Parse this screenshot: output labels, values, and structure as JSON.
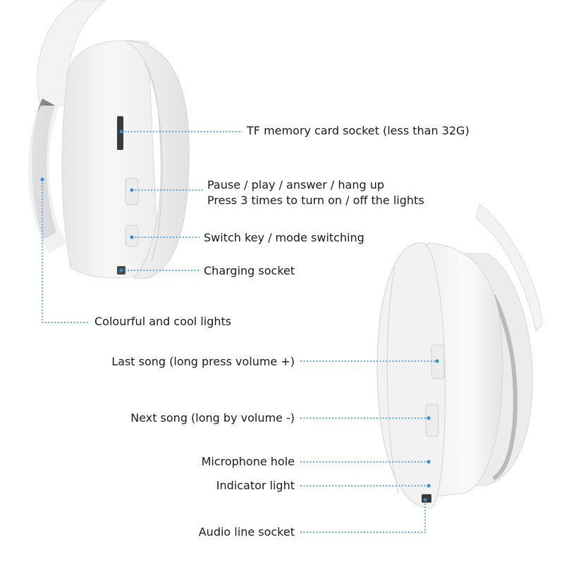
{
  "callouts_left_earcup": {
    "tf_socket": "TF memory card socket (less than 32G)",
    "pause_play_line1": "Pause / play / answer / hang up",
    "pause_play_line2": "Press 3 times to turn on / off the lights",
    "switch_key": "Switch key / mode switching",
    "charging_socket": "Charging socket",
    "lights": "Colourful and cool lights"
  },
  "callouts_right_earcup": {
    "last_song": "Last song (long press volume +)",
    "next_song": "Next song (long by volume -)",
    "microphone": "Microphone hole",
    "indicator": "Indicator light",
    "audio_socket": "Audio line socket"
  },
  "colors": {
    "leader_line": "#2f8fd6",
    "label_text": "#1a1a1a",
    "headphone_body": "#f4f4f4",
    "headphone_shadow": "#d9d9d9",
    "background": "#ffffff"
  }
}
